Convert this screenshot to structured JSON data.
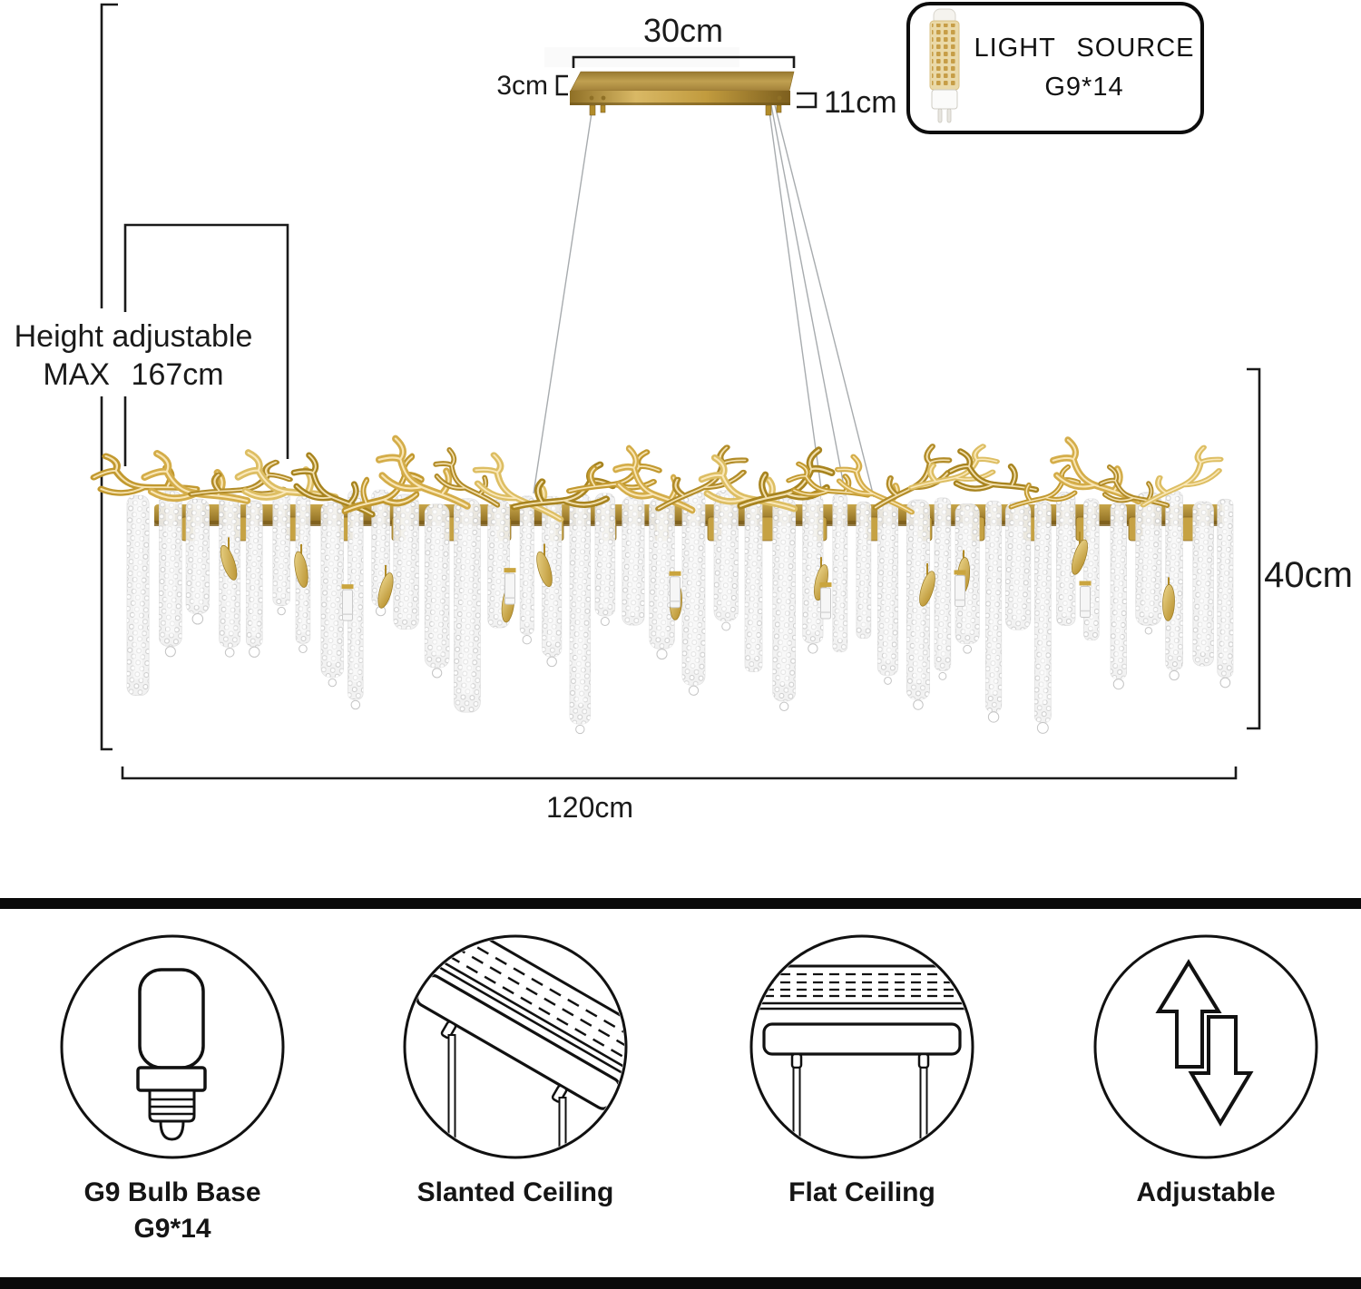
{
  "title": "Crystal branch chandelier specification diagram",
  "dimensions": {
    "canopy_width": "30cm",
    "canopy_height": "3cm",
    "canopy_side": "11cm",
    "height_adjustable_line1": "Height adjustable",
    "height_adjustable_line2": "MAX 167cm",
    "fixture_height": "40cm",
    "fixture_width": "120cm"
  },
  "light_source": {
    "title": "LIGHT SOURCE",
    "spec": "G9*14"
  },
  "features": [
    {
      "icon": "g9-bulb-icon",
      "label_line1": "G9 Bulb Base",
      "label_line2": "G9*14"
    },
    {
      "icon": "slanted-ceiling-icon",
      "label_line1": "Slanted Ceiling"
    },
    {
      "icon": "flat-ceiling-icon",
      "label_line1": "Flat Ceiling"
    },
    {
      "icon": "adjustable-icon",
      "label_line1": "Adjustable"
    }
  ],
  "colors": {
    "gold": "#c2a243",
    "gold_dark": "#7d5f1e",
    "line": "#1a1a1a",
    "crystal_edge": "#c8c8c8",
    "bar_black": "#0a0a0a"
  }
}
